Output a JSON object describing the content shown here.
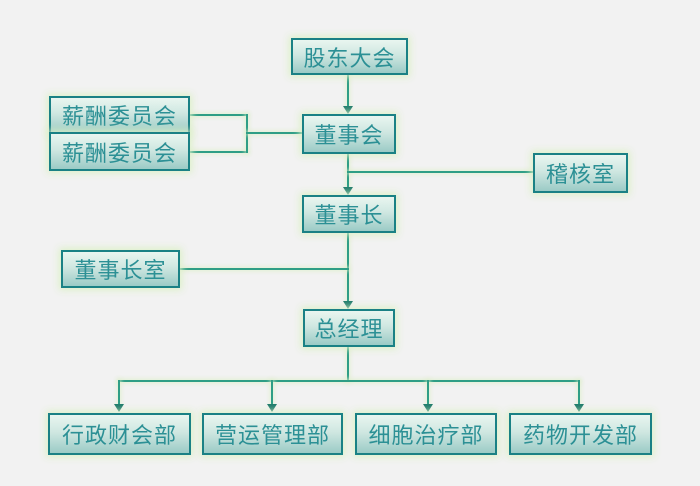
{
  "diagram": {
    "title": "company organization chart",
    "type": "org-chart",
    "colors": {
      "background": "#f2f2f2",
      "node_border": "#1a8185",
      "node_fill_top": "#e9f6f0",
      "node_fill_bottom": "#9bcbc6",
      "node_text": "#2c9095",
      "connector_line": "#2f9e86",
      "arrowhead": "#1d7a6b",
      "glow": "#dbf0c6"
    },
    "nodes": {
      "shareholders_meeting": {
        "label": "股东大会"
      },
      "compensation_committee_1": {
        "label": "薪酬委员会"
      },
      "compensation_committee_2": {
        "label": "薪酬委员会"
      },
      "board_of_directors": {
        "label": "董事会"
      },
      "audit_office": {
        "label": "稽核室"
      },
      "chairman": {
        "label": "董事长"
      },
      "chairman_office": {
        "label": "董事长室"
      },
      "general_manager": {
        "label": "总经理"
      },
      "admin_finance_dept": {
        "label": "行政财会部"
      },
      "operations_management_dept": {
        "label": "营运管理部"
      },
      "cell_therapy_dept": {
        "label": "细胞治疗部"
      },
      "drug_development_dept": {
        "label": "药物开发部"
      }
    },
    "edges": [
      {
        "from": "shareholders_meeting",
        "to": "board_of_directors",
        "arrow": true
      },
      {
        "from": "compensation_committee_1",
        "to": "board_of_directors",
        "arrow": false
      },
      {
        "from": "compensation_committee_2",
        "to": "board_of_directors",
        "arrow": false
      },
      {
        "from": "board_of_directors",
        "to": "chairman",
        "arrow": true
      },
      {
        "from": "board_of_directors",
        "to": "audit_office",
        "arrow": false
      },
      {
        "from": "chairman",
        "to": "general_manager",
        "arrow": true
      },
      {
        "from": "chairman_office",
        "to": "general_manager",
        "arrow": false
      },
      {
        "from": "general_manager",
        "to": "admin_finance_dept",
        "arrow": true
      },
      {
        "from": "general_manager",
        "to": "operations_management_dept",
        "arrow": true
      },
      {
        "from": "general_manager",
        "to": "cell_therapy_dept",
        "arrow": true
      },
      {
        "from": "general_manager",
        "to": "drug_development_dept",
        "arrow": true
      }
    ]
  }
}
